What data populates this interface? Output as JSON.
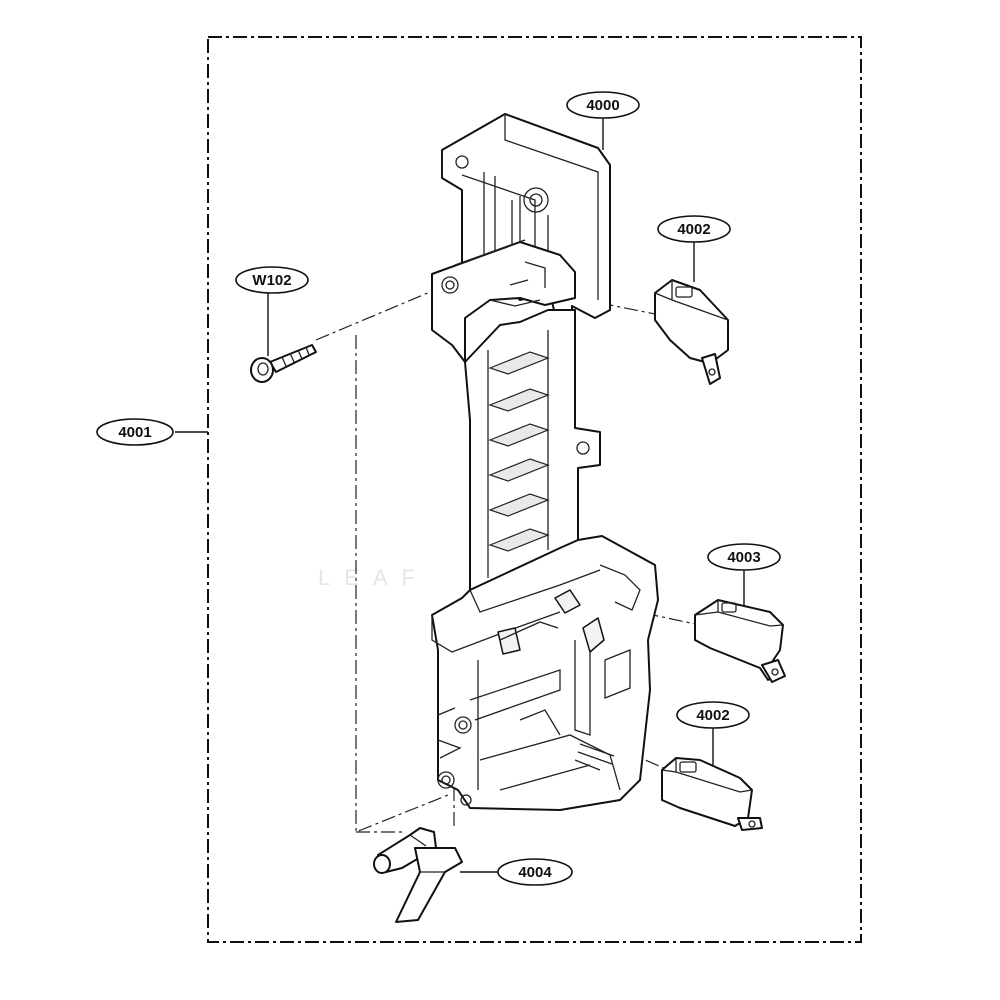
{
  "callouts": {
    "c4000": "4000",
    "c4001": "4001",
    "c4002a": "4002",
    "c4002b": "4002",
    "c4003": "4003",
    "c4004": "4004",
    "cW102": "W102"
  },
  "watermark": "LEAF"
}
